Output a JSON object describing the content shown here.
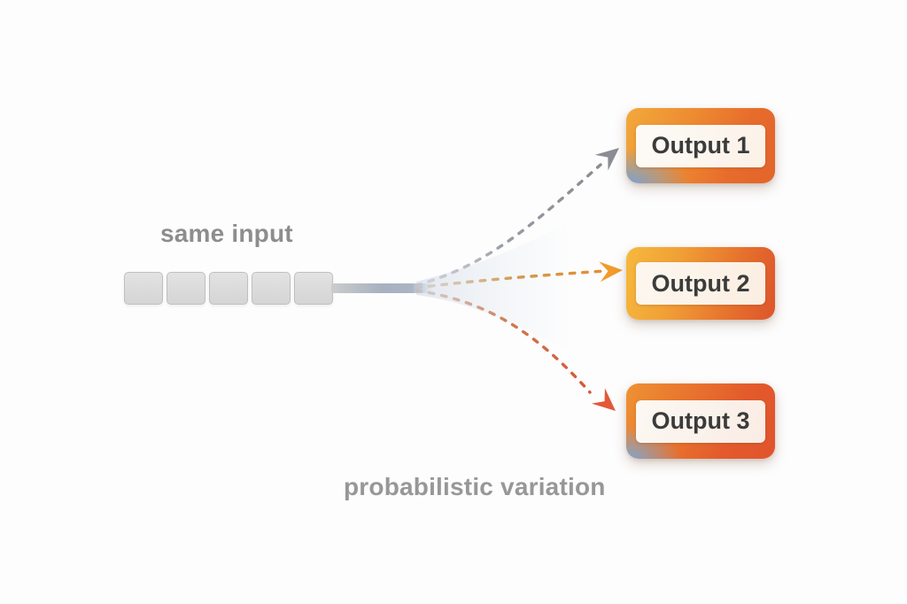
{
  "title": "probabilistic variation diagram",
  "background_color": "#fdfdfd",
  "labels": {
    "same_input": "same input",
    "probabilistic_variation": "probabilistic variation"
  },
  "input": {
    "token_count": 5,
    "token_color": "#dddddd",
    "token_border_color": "#bfbfbf"
  },
  "flow": {
    "trunk_color_left": "#cbcccd",
    "trunk_color_right": "#9ba9ba",
    "divergence_haze_color": "#b7c6da",
    "arrows": [
      {
        "name": "arrow-to-output-1",
        "style": "dashed",
        "line_color": "#87898f",
        "head_color": "#8b8d94"
      },
      {
        "name": "arrow-to-output-2",
        "style": "dashed",
        "line_color": "#ea8a2c",
        "head_color": "#f39a2b"
      },
      {
        "name": "arrow-to-output-3",
        "style": "dashed",
        "line_color": "#d9502f",
        "head_color": "#e25839"
      }
    ]
  },
  "outputs": [
    {
      "label": "Output 1",
      "accent_top": "#f2a93c",
      "accent_main": "#e2642b",
      "accent_corner": "#74a2d8"
    },
    {
      "label": "Output 2",
      "accent_top": "#f6b93d",
      "accent_main": "#dd552c",
      "accent_corner": null
    },
    {
      "label": "Output 3",
      "accent_top": "#ee9234",
      "accent_main": "#e1542c",
      "accent_corner": "#79a5d8"
    }
  ],
  "text_colors": {
    "label_gray": "#8d8d8d",
    "output_text": "#3b3b3b"
  }
}
